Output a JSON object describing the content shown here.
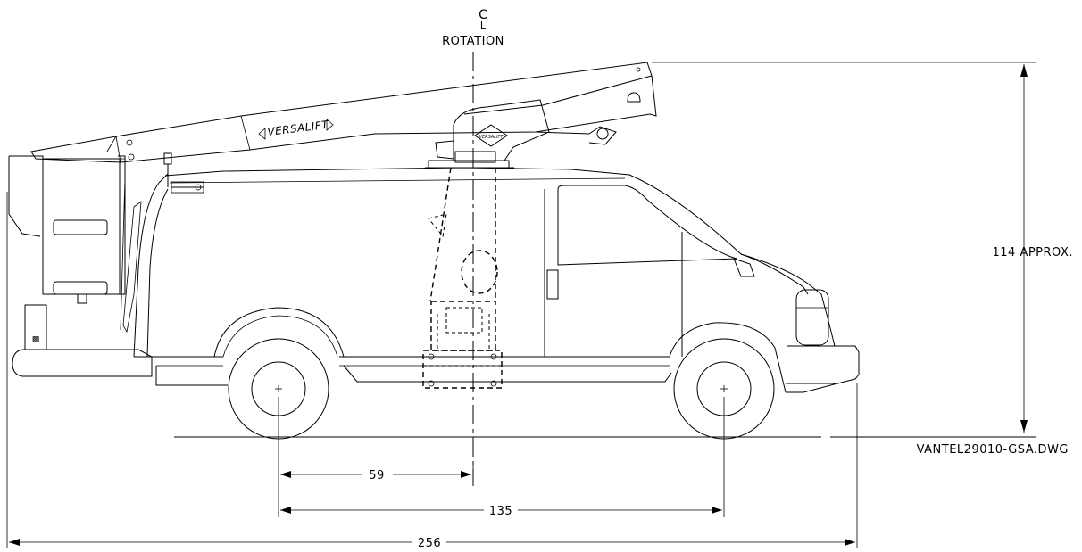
{
  "centerline": {
    "symbol": "CL",
    "label": "ROTATION"
  },
  "logo": {
    "boom_text": "VERSALIFT",
    "turret_text": "VERSALIFT"
  },
  "dimensions": {
    "height": "114 APPROX.",
    "wheel_to_rotation": "59",
    "wheelbase": "135",
    "overall_length": "256"
  },
  "drawing_file": "VANTEL29010-GSA.DWG"
}
